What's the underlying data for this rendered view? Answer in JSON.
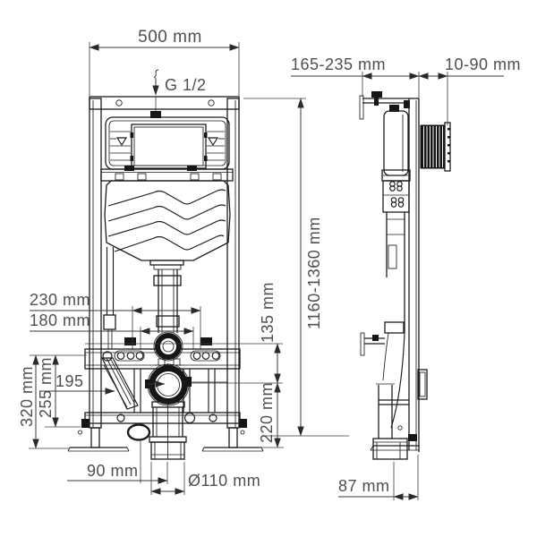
{
  "drawing": {
    "front_view": {
      "width_top": "500 mm",
      "inlet_thread": "G 1/2",
      "spacing_outer": "230 mm",
      "spacing_inner": "180 mm",
      "flush_to_drain": "135 mm",
      "drain_height": "220 mm",
      "height_255": "255 mm",
      "height_320": "320 mm",
      "offset_195": "195",
      "offset_90": "90 mm",
      "drain_diameter": "Ø110 mm"
    },
    "side_view": {
      "depth_range": "165-235 mm",
      "plate_range": "10-90 mm",
      "height_range": "1160-1360 mm",
      "outlet_depth": "87 mm"
    },
    "colors": {
      "line": "#1c1c1c",
      "dimension": "#3a3a3a",
      "text": "#4f4f4f",
      "background": "#ffffff"
    }
  }
}
